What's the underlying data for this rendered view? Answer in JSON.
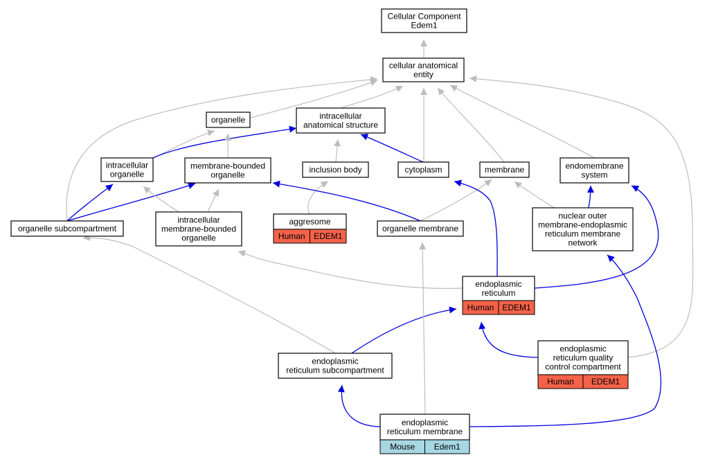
{
  "colors": {
    "human": "#f4624a",
    "mouse": "#a7d7e3",
    "is_a_edge": "#bdbdbd",
    "part_of_edge": "#0000dd"
  },
  "nodes": [
    {
      "id": "root",
      "lines": [
        "Cellular Component",
        "Edem1"
      ]
    },
    {
      "id": "cae",
      "lines": [
        "cellular anatomical",
        "entity"
      ]
    },
    {
      "id": "organelle",
      "lines": [
        "organelle"
      ]
    },
    {
      "id": "ias",
      "lines": [
        "intracellular",
        "anatomical structure"
      ]
    },
    {
      "id": "io",
      "lines": [
        "intracellular",
        "organelle"
      ]
    },
    {
      "id": "mbo",
      "lines": [
        "membrane-bounded",
        "organelle"
      ]
    },
    {
      "id": "ib",
      "lines": [
        "inclusion body"
      ]
    },
    {
      "id": "cyto",
      "lines": [
        "cytoplasm"
      ]
    },
    {
      "id": "memb",
      "lines": [
        "membrane"
      ]
    },
    {
      "id": "endo",
      "lines": [
        "endomembrane",
        "system"
      ]
    },
    {
      "id": "osc",
      "lines": [
        "organelle subcompartment"
      ]
    },
    {
      "id": "imbo",
      "lines": [
        "intracellular",
        "membrane-bounded",
        "organelle"
      ]
    },
    {
      "id": "aggr",
      "lines": [
        "aggresome"
      ],
      "rows": [
        {
          "species": "Human",
          "gene": "EDEM1"
        }
      ]
    },
    {
      "id": "om",
      "lines": [
        "organelle membrane"
      ]
    },
    {
      "id": "nom",
      "lines": [
        "nuclear outer",
        "membrane-endoplasmic",
        "reticulum membrane",
        "network"
      ]
    },
    {
      "id": "er",
      "lines": [
        "endoplasmic",
        "reticulum"
      ],
      "rows": [
        {
          "species": "Human",
          "gene": "EDEM1"
        }
      ]
    },
    {
      "id": "ersub",
      "lines": [
        "endoplasmic",
        "reticulum subcompartment"
      ]
    },
    {
      "id": "erqc",
      "lines": [
        "endoplasmic",
        "reticulum quality",
        "control compartment"
      ],
      "rows": [
        {
          "species": "Human",
          "gene": "EDEM1"
        }
      ]
    },
    {
      "id": "erm",
      "lines": [
        "endoplasmic",
        "reticulum membrane"
      ],
      "rows": [
        {
          "species": "Mouse",
          "gene": "Edem1"
        }
      ]
    }
  ],
  "edges": [
    {
      "from": "cae",
      "to": "root",
      "kind": "is_a"
    },
    {
      "from": "organelle",
      "to": "cae",
      "kind": "is_a"
    },
    {
      "from": "ias",
      "to": "cae",
      "kind": "is_a"
    },
    {
      "from": "cyto",
      "to": "cae",
      "kind": "is_a"
    },
    {
      "from": "memb",
      "to": "cae",
      "kind": "is_a"
    },
    {
      "from": "endo",
      "to": "cae",
      "kind": "is_a"
    },
    {
      "from": "osc",
      "to": "cae",
      "kind": "is_a"
    },
    {
      "from": "erqc",
      "to": "cae",
      "kind": "is_a"
    },
    {
      "from": "io",
      "to": "organelle",
      "kind": "is_a"
    },
    {
      "from": "io",
      "to": "ias",
      "kind": "part_of"
    },
    {
      "from": "mbo",
      "to": "organelle",
      "kind": "is_a"
    },
    {
      "from": "ib",
      "to": "ias",
      "kind": "is_a"
    },
    {
      "from": "cyto",
      "to": "ias",
      "kind": "part_of"
    },
    {
      "from": "osc",
      "to": "io",
      "kind": "part_of"
    },
    {
      "from": "osc",
      "to": "mbo",
      "kind": "part_of"
    },
    {
      "from": "imbo",
      "to": "io",
      "kind": "is_a"
    },
    {
      "from": "imbo",
      "to": "mbo",
      "kind": "is_a"
    },
    {
      "from": "aggr",
      "to": "ib",
      "kind": "is_a"
    },
    {
      "from": "om",
      "to": "mbo",
      "kind": "part_of"
    },
    {
      "from": "om",
      "to": "memb",
      "kind": "is_a"
    },
    {
      "from": "nom",
      "to": "memb",
      "kind": "is_a"
    },
    {
      "from": "nom",
      "to": "endo",
      "kind": "part_of"
    },
    {
      "from": "er",
      "to": "cyto",
      "kind": "part_of"
    },
    {
      "from": "er",
      "to": "imbo",
      "kind": "is_a"
    },
    {
      "from": "er",
      "to": "endo",
      "kind": "part_of"
    },
    {
      "from": "ersub",
      "to": "osc",
      "kind": "is_a"
    },
    {
      "from": "ersub",
      "to": "er",
      "kind": "part_of"
    },
    {
      "from": "erqc",
      "to": "er",
      "kind": "part_of"
    },
    {
      "from": "erm",
      "to": "ersub",
      "kind": "part_of"
    },
    {
      "from": "erm",
      "to": "om",
      "kind": "is_a"
    },
    {
      "from": "erm",
      "to": "nom",
      "kind": "part_of"
    }
  ]
}
